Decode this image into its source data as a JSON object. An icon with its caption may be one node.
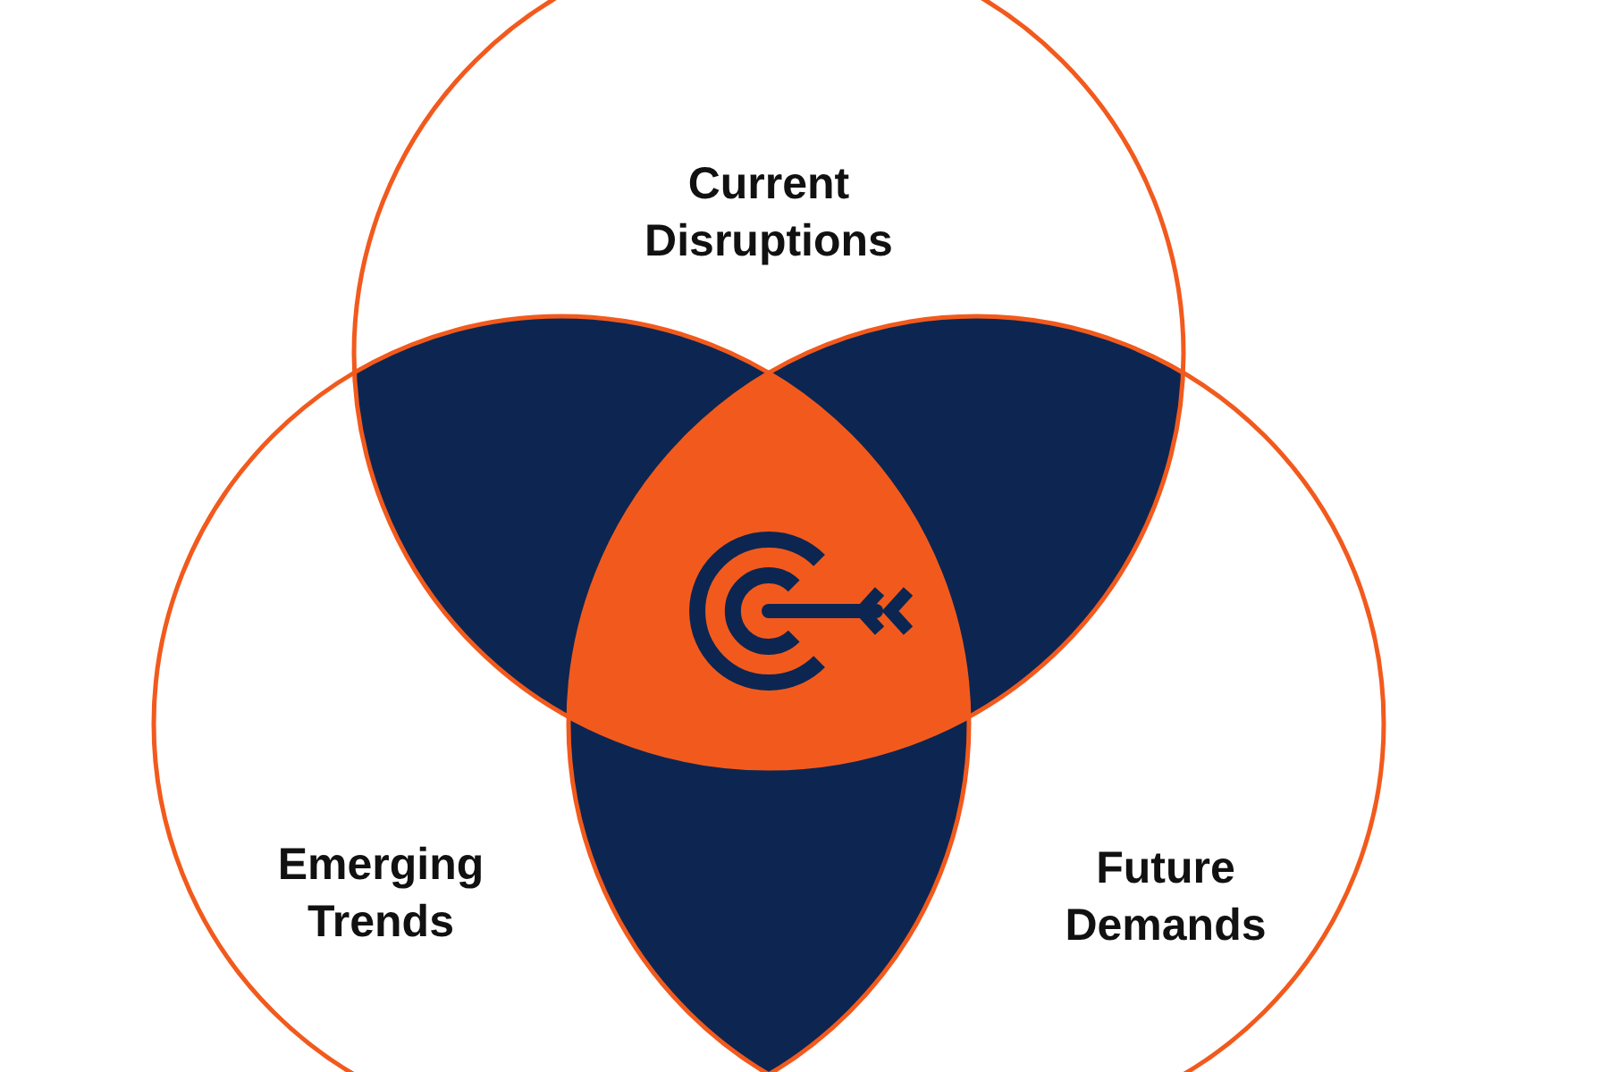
{
  "diagram": {
    "nodes": [
      {
        "text": [
          "Current Disruptions"
        ]
      },
      {
        "text": [
          "Emerging Trends"
        ]
      },
      {
        "text": [
          "Future Demands"
        ]
      }
    ]
  }
}
